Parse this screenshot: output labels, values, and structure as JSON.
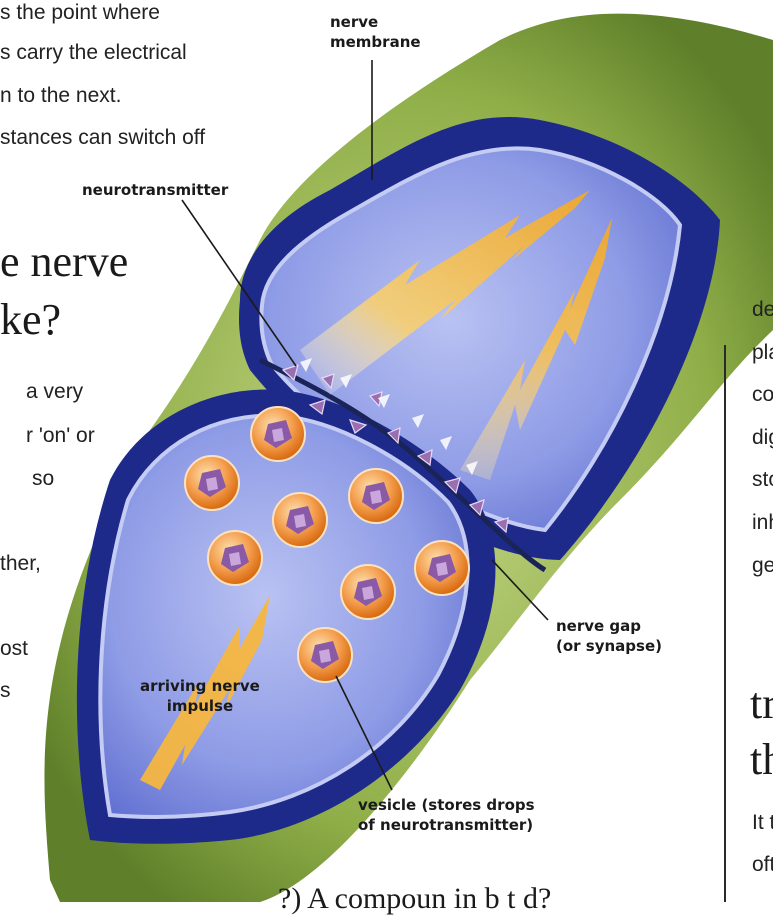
{
  "left_text_top": [
    "s the point where",
    "s carry the electrical",
    "n to the next.",
    "stances can switch off"
  ],
  "left_heading": [
    "e nerve",
    "ke?"
  ],
  "left_text_mid": [
    "a very",
    "r 'on' or",
    "so",
    "ther,",
    "ost",
    "s"
  ],
  "right_text": [
    "de",
    "pla",
    "co",
    "dig",
    "sto",
    "inh",
    "ge"
  ],
  "right_heading": [
    "tr",
    "th"
  ],
  "right_text_bottom": [
    "It t",
    "oft"
  ],
  "bottom_text": "?) A compoun  in b t   d?",
  "labels": {
    "nerve_membrane": [
      "nerve",
      "membrane"
    ],
    "neurotransmitter": "neurotransmitter",
    "nerve_gap": [
      "nerve gap",
      "(or synapse)"
    ],
    "arriving_impulse": [
      "arriving nerve",
      "impulse"
    ],
    "vesicle": [
      "vesicle (stores drops",
      "of neurotransmitter)"
    ]
  },
  "colors": {
    "sheath": "#7a9a3c",
    "membrane_dark": "#1e2a8a",
    "interior": "#7f8fe0",
    "impulse": "#f5b640",
    "vesicle": "#f08a24",
    "neurotransmitter": "#9a6fb0"
  }
}
